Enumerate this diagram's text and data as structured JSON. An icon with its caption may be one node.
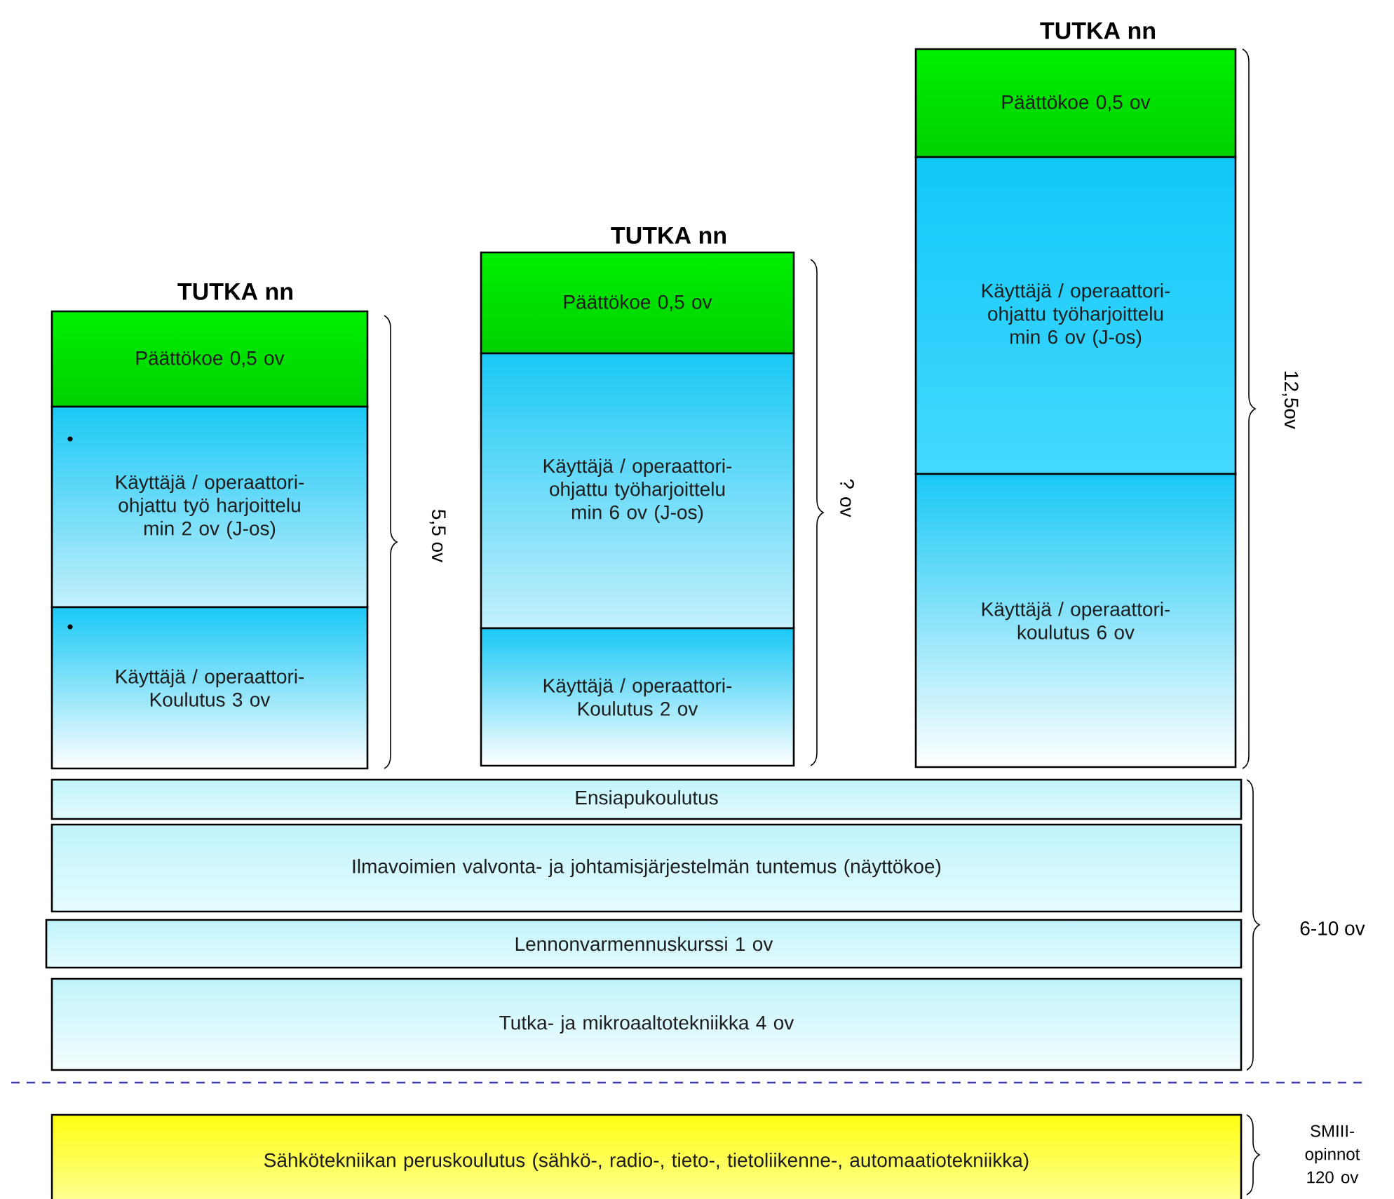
{
  "diagram": {
    "nodes": [
      {
        "text": [
          "Päättökoe 0,5 ov"
        ]
      },
      {
        "text": [
          "Käyttäjä / operaattori- ohjattu työ harjoittelu min 2 ov (J-os)"
        ]
      },
      {
        "text": [
          "Käyttäjä / operaattori- Koulutus 3 ov"
        ]
      },
      {
        "text": [
          "Päättökoe 0,5 ov"
        ]
      },
      {
        "text": [
          "Käyttäjä / operaattori- ohjattu työharjoittelu min 6 ov (J-os)"
        ]
      },
      {
        "text": [
          "Käyttäjä / operaattori- Koulutus 2 ov"
        ]
      },
      {
        "text": [
          "Päättökoe 0,5 ov"
        ]
      },
      {
        "text": [
          "Käyttäjä / operaattori- ohjattu työharjoittelu min 6 ov (J-os)"
        ]
      },
      {
        "text": [
          "Käyttäjä / operaattori- koulutus 6 ov"
        ]
      },
      {
        "text": [
          "Ensiapukoulutus"
        ]
      },
      {
        "text": [
          "Ilmavoimien valvonta- ja johtamisjärjestelmän tuntemus (näyttökoe)"
        ]
      },
      {
        "text": [
          "Lennonvarmennuskurssi 1 ov"
        ]
      },
      {
        "text": [
          "Tutka- ja mikroaaltotekniikka 4 ov"
        ]
      },
      {
        "text": [
          "Sähkötekniikan peruskoulutus (sähkö-, radio-, tieto-, tietoliikenne-, automaatiotekniikka)"
        ]
      }
    ],
    "labels": [
      "TUTKA nn",
      "TUTKA nn",
      "TUTKA nn",
      "12,5ov",
      "? ov",
      "5,5 ov",
      "6-10 ov",
      "SMIII- opinnot 120 ov"
    ]
  }
}
